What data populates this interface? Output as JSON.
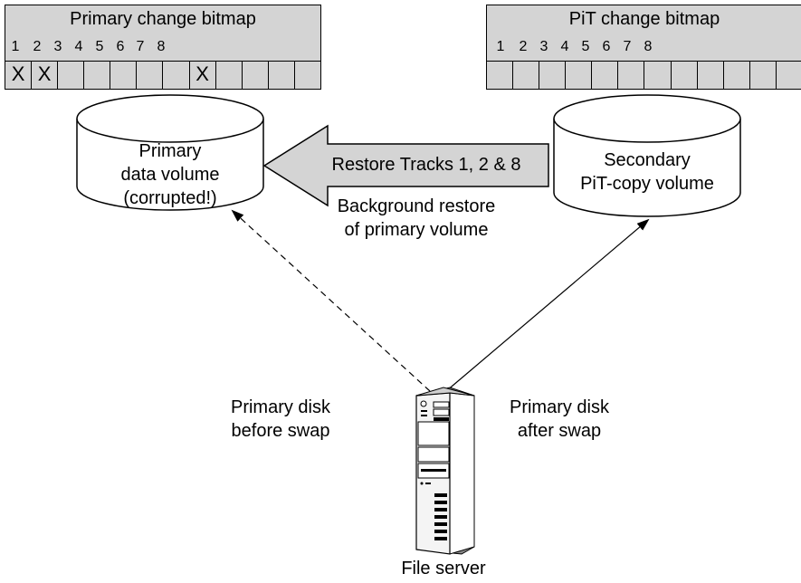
{
  "primary_bitmap": {
    "title": "Primary change bitmap",
    "numbers": [
      "1",
      "2",
      "3",
      "4",
      "5",
      "6",
      "7",
      "8"
    ],
    "cells": [
      "X",
      "X",
      "",
      "",
      "",
      "",
      "",
      "X",
      "",
      "",
      "",
      ""
    ]
  },
  "pit_bitmap": {
    "title": "PiT change bitmap",
    "numbers": [
      "1",
      "2",
      "3",
      "4",
      "5",
      "6",
      "7",
      "8"
    ],
    "cells": [
      "",
      "",
      "",
      "",
      "",
      "",
      "",
      "",
      "",
      "",
      "",
      ""
    ]
  },
  "primary_volume": {
    "line1": "Primary",
    "line2": "data volume",
    "line3": "(corrupted!)"
  },
  "secondary_volume": {
    "line1": "Secondary",
    "line2": "PiT-copy volume"
  },
  "restore_arrow": {
    "label": "Restore Tracks 1, 2 & 8"
  },
  "background_restore": {
    "line1": "Background restore",
    "line2": "of primary volume"
  },
  "disk_before": {
    "line1": "Primary disk",
    "line2": "before swap"
  },
  "disk_after": {
    "line1": "Primary disk",
    "line2": "after swap"
  },
  "server": {
    "label": "File server"
  }
}
